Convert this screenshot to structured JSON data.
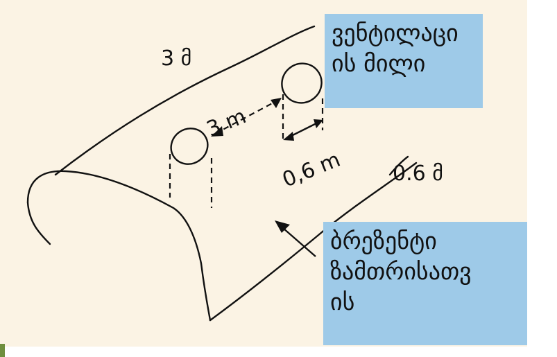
{
  "colors": {
    "background": "#fbf3e4",
    "label_box": "#9ecae8",
    "ink": "#111111"
  },
  "labels": {
    "length": "3 მ",
    "diameter": "0.6 მ",
    "vent_pipe": "ვენტილაცი\nის მილი",
    "tarp": "ბრეზენტი\nზამთრისათვ\nის"
  },
  "drawing_text": {
    "spacing": "3 m",
    "pipe_diameter": "0,6 m"
  }
}
